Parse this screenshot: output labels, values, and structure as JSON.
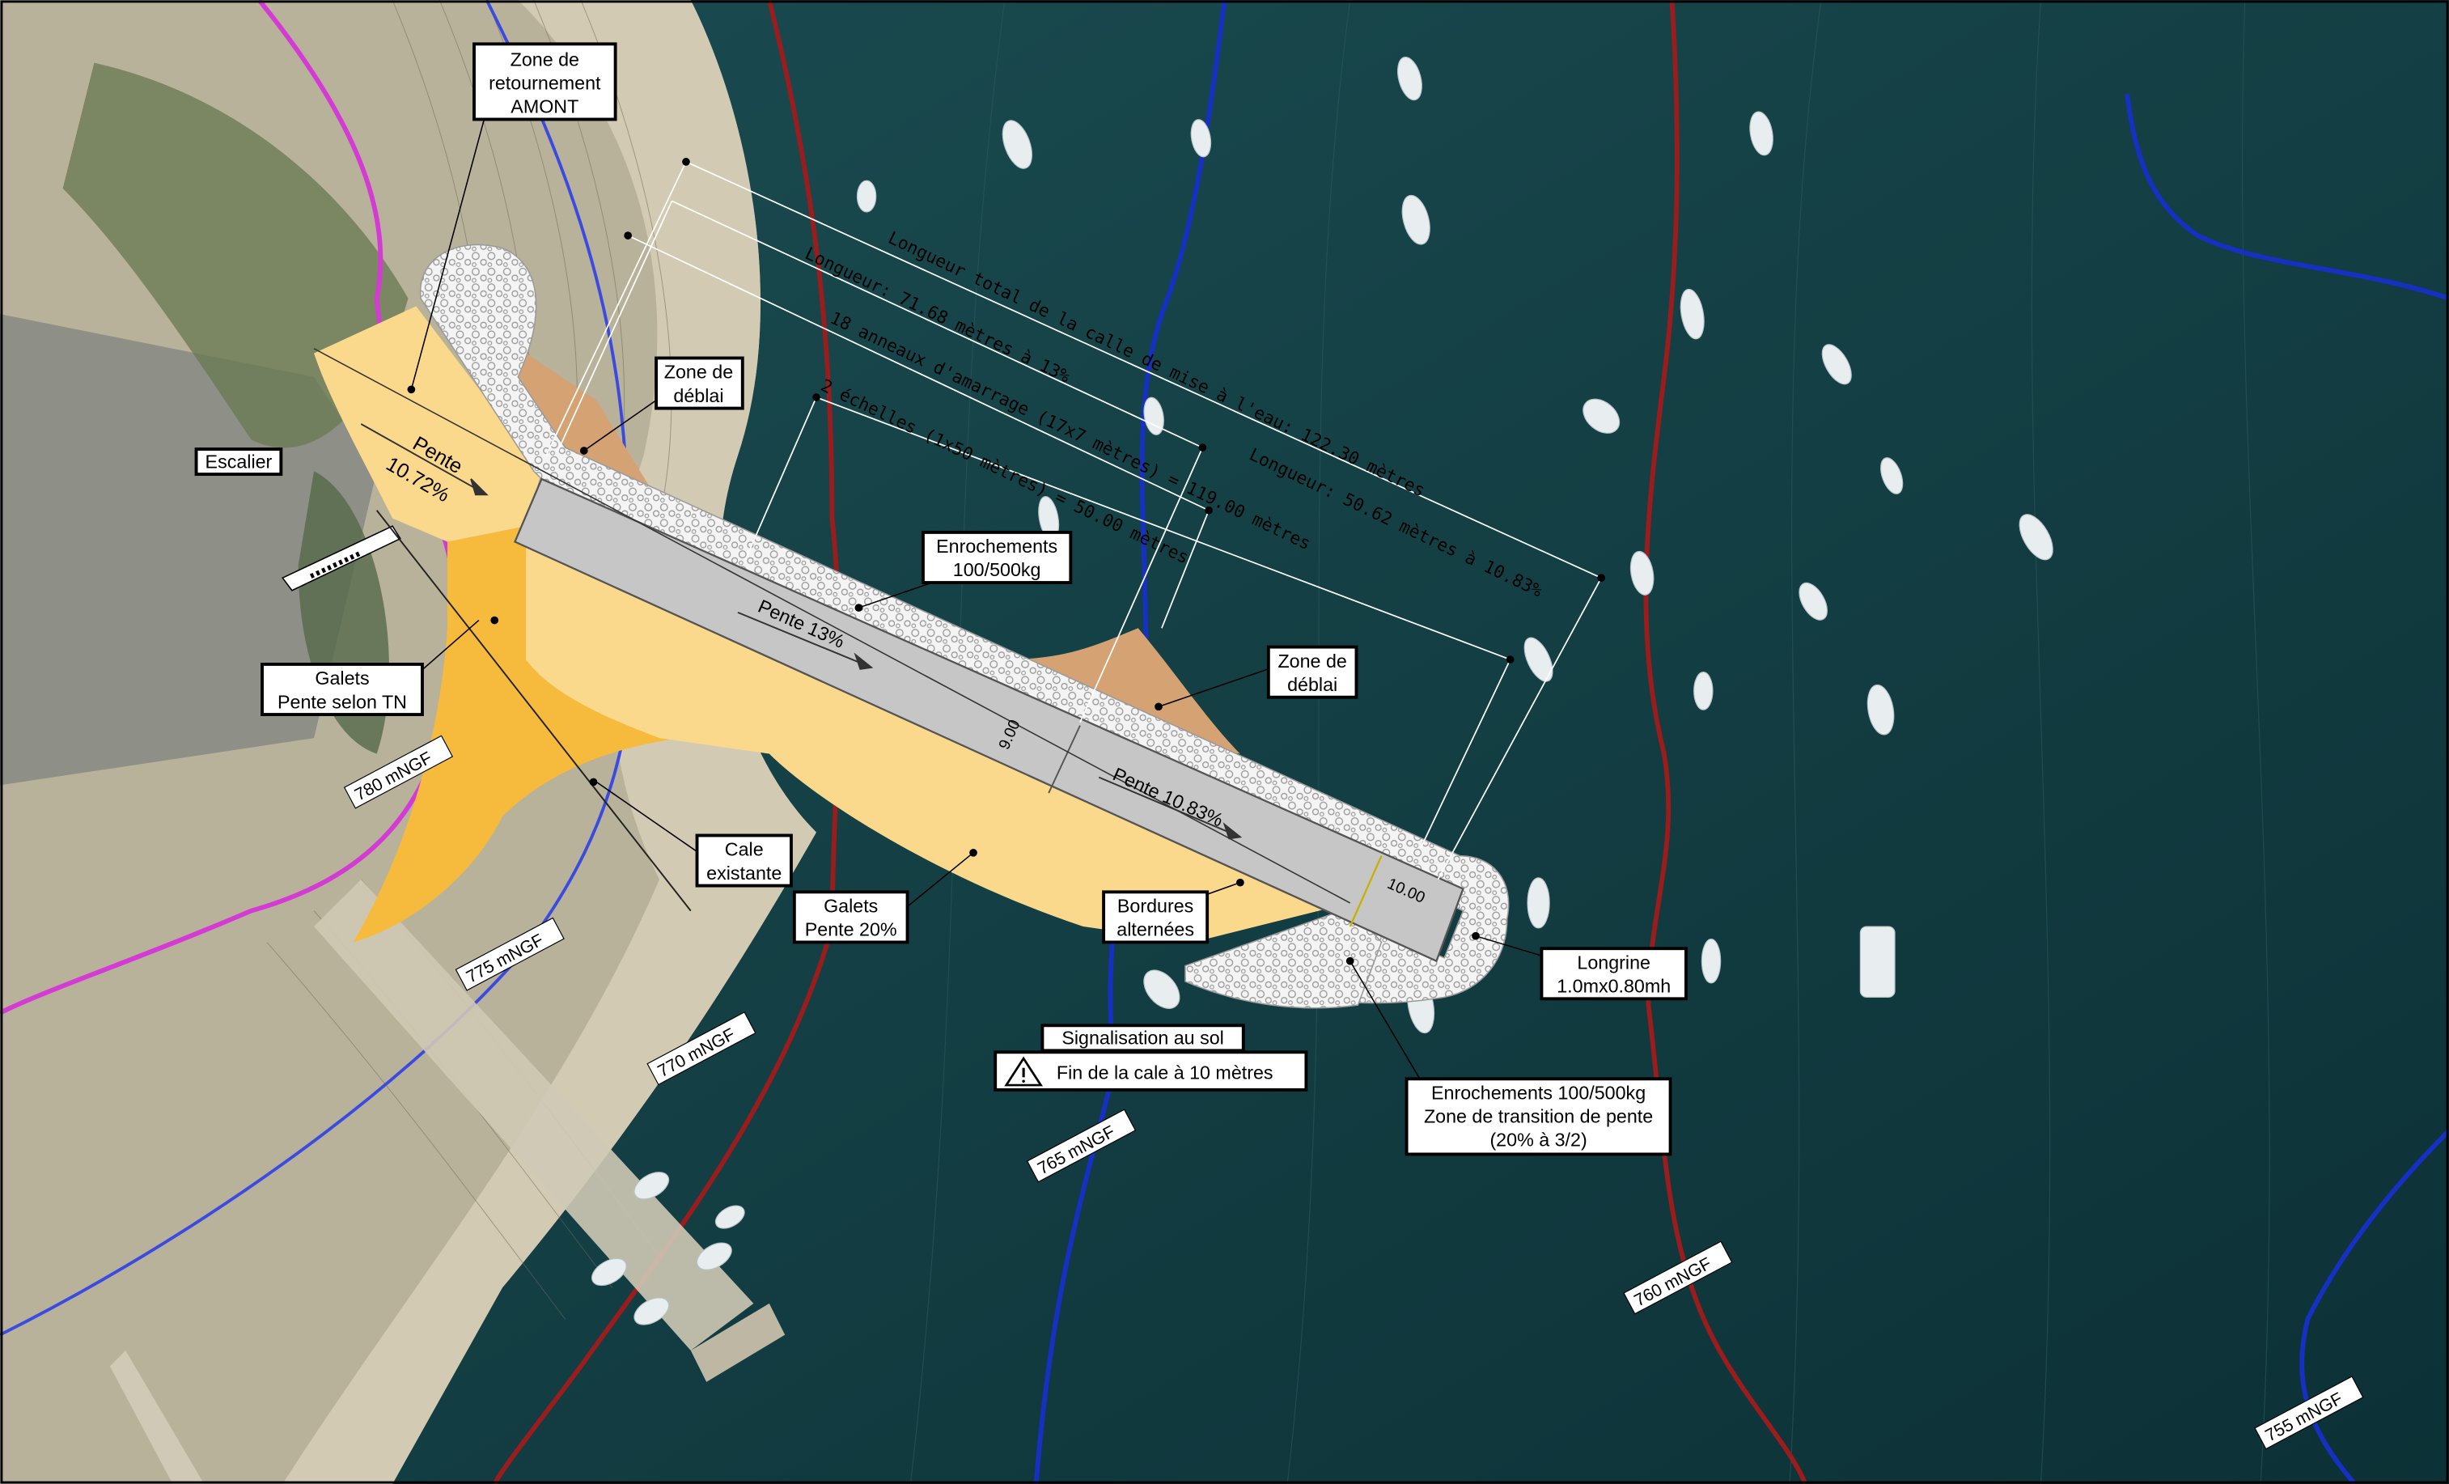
{
  "labels": {
    "zone_retournement": [
      "Zone de",
      "retournement",
      "AMONT"
    ],
    "zone_deblai_1": [
      "Zone de",
      "déblai"
    ],
    "zone_deblai_2": [
      "Zone de",
      "déblai"
    ],
    "escalier": "Escalier",
    "galets_tn": [
      "Galets",
      "Pente selon TN"
    ],
    "cale_existante": [
      "Cale",
      "existante"
    ],
    "galets_20": [
      "Galets",
      "Pente 20%"
    ],
    "enrochements_top": [
      "Enrochements",
      "100/500kg"
    ],
    "bordures": [
      "Bordures",
      "alternées"
    ],
    "longrine": [
      "Longrine",
      "1.0mx0.80mh"
    ],
    "signalisation_title": "Signalisation au sol",
    "signalisation_text": "Fin de la cale à 10 mètres",
    "enrochements_bottom": [
      "Enrochements 100/500kg",
      "Zone de transition de pente",
      "(20% à 3/2)"
    ]
  },
  "slopes": {
    "pente_upper_word": "Pente",
    "pente_upper_value": "10.72%",
    "pente_13": "Pente 13%",
    "pente_1083": "Pente 10.83%"
  },
  "dimensions": {
    "total": "Longueur total de la calle de mise à l'eau: 122.30 mètres",
    "long_7168": "Longueur: 71.68 mètres à 13%",
    "anneaux": "18 anneaux d'amarrage (17x7 mètres) = 119.00 mètres",
    "long_5062": "Longueur: 50.62 mètres à 10.83%",
    "echelles": "2 échelles (1x50 mètres) = 50.00 mètres",
    "width_9": "9.00",
    "width_10": "10.00"
  },
  "contours": {
    "c780": "780 mNGF",
    "c775": "775 mNGF",
    "c770": "770 mNGF",
    "c765": "765 mNGF",
    "c760": "760 mNGF",
    "c755": "755 mNGF"
  },
  "colors": {
    "water": "#0f3a40",
    "land": "#b8b09a",
    "ramp": "#c9c9c9",
    "galets_light": "#fbd98c",
    "galets_dark": "#f6bb3c",
    "deblai": "#d4a273",
    "contour_red": "#9b1c1c",
    "contour_blue": "#1730c4",
    "contour_magenta": "#d43ad4"
  }
}
